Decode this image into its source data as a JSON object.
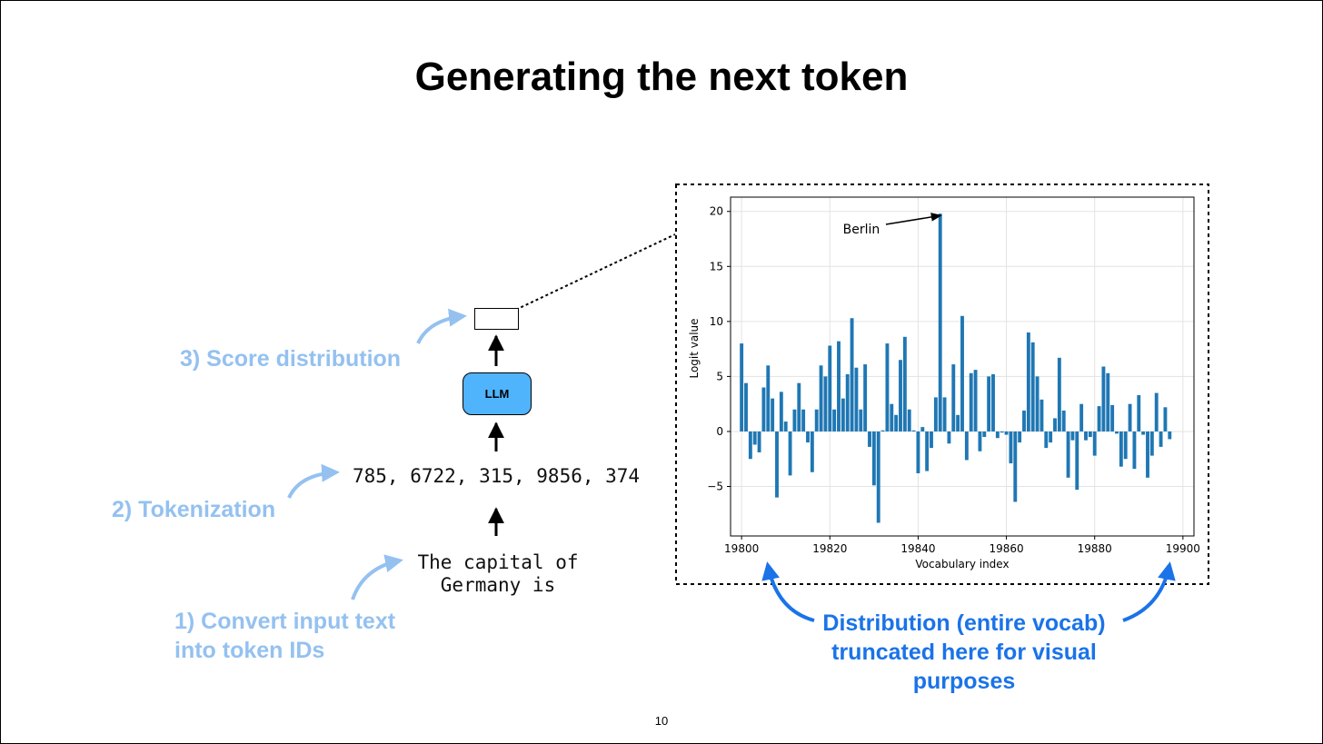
{
  "slide": {
    "title": "Generating the next token",
    "page_number": "10"
  },
  "diagram": {
    "input_text": "The capital of\nGermany is",
    "token_ids": "785, 6722, 315, 9856, 374",
    "model_label": "LLM",
    "steps": {
      "step1": "1) Convert input text into token IDs",
      "step2": "2) Tokenization",
      "step3": "3) Score distribution"
    },
    "callout": "Distribution (entire vocab) truncated here for visual purposes",
    "colors": {
      "step_text": "#94c1f0",
      "callout_text": "#1a73e8",
      "llm_box": "#4fb4fb",
      "bars": "#1f77b4"
    }
  },
  "chart_data": {
    "type": "bar",
    "xlabel": "Vocabulary index",
    "ylabel": "Logit value",
    "xlim": [
      19797.5,
      19902.5
    ],
    "ylim": [
      -9.5,
      21.3
    ],
    "xticks": [
      19800,
      19820,
      19840,
      19860,
      19880,
      19900
    ],
    "yticks": [
      -5,
      0,
      5,
      10,
      15,
      20
    ],
    "ytick_labels": [
      "−5",
      "0",
      "5",
      "10",
      "15",
      "20"
    ],
    "grid": true,
    "annotation": {
      "text": "Berlin",
      "x": 19846,
      "y": 19.8
    },
    "x_start": 19800,
    "values": [
      8.0,
      4.4,
      -2.5,
      -1.2,
      -1.9,
      4.0,
      6.0,
      3.0,
      -6.0,
      3.6,
      0.9,
      -4.0,
      2.0,
      4.4,
      2.0,
      -1.0,
      -3.7,
      2.0,
      6.0,
      5.0,
      7.8,
      2.0,
      8.2,
      3.0,
      5.2,
      10.3,
      5.8,
      2.0,
      6.1,
      -1.4,
      -4.9,
      -8.3,
      0.1,
      8.0,
      2.5,
      1.5,
      6.5,
      8.6,
      2.0,
      0.1,
      -3.8,
      0.4,
      -3.6,
      -1.5,
      3.1,
      19.8,
      3.1,
      -1.1,
      6.1,
      1.5,
      10.5,
      -2.6,
      5.3,
      5.6,
      -1.8,
      -0.5,
      5.0,
      5.2,
      -0.6,
      -0.1,
      -0.3,
      -2.9,
      -6.4,
      -1.0,
      1.9,
      9.0,
      8.1,
      5.0,
      2.9,
      -1.5,
      -1.0,
      1.2,
      6.7,
      1.9,
      -4.2,
      -0.8,
      -5.3,
      2.5,
      -0.8,
      -0.5,
      -2.2,
      2.3,
      5.9,
      5.3,
      2.4,
      -0.2,
      -3.2,
      -2.5,
      2.5,
      -3.4,
      3.3,
      -0.3,
      -4.2,
      -2.2,
      3.5,
      -1.4,
      2.2,
      -0.7
    ]
  }
}
